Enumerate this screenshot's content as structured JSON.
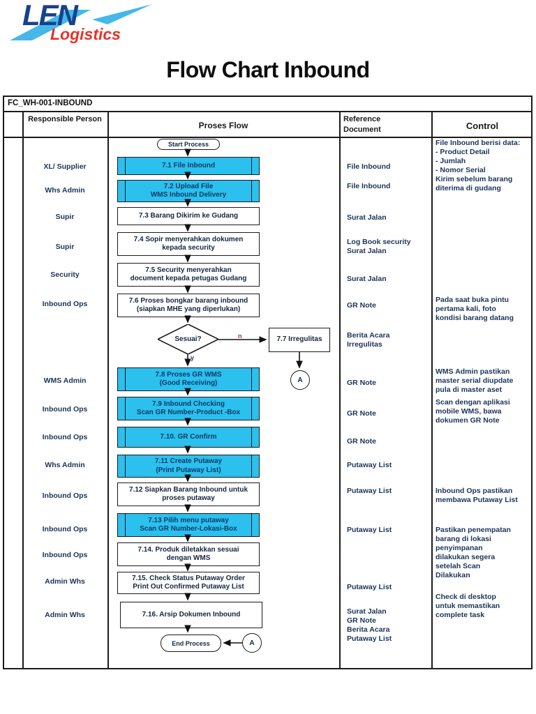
{
  "logo": {
    "main": "LEN",
    "sub": "Logistics"
  },
  "title": "Flow Chart Inbound",
  "doc_code": "FC_WH-001-INBOUND",
  "headers": {
    "col_responsible": "Responsible Person",
    "col_flow": "Proses Flow",
    "col_reference": "Reference Document",
    "col_control": "Control"
  },
  "persons": [
    "XL/ Supplier",
    "Whs Admin",
    "Supir",
    "Supir",
    "Security",
    "Inbound Ops",
    "WMS Admin",
    "Inbound Ops",
    "Inbound Ops",
    "Whs Admin",
    "Inbound Ops",
    "Inbound Ops",
    "Inbound Ops",
    "Admin Whs",
    "Admin Whs"
  ],
  "flow": {
    "start": "Start Process",
    "end": "End Process",
    "connector_label": "A",
    "decision": {
      "label": "Sesuai?",
      "yes": "y",
      "no": "n"
    },
    "steps": [
      {
        "label": "7.1 File Inbound",
        "type": "subprocess"
      },
      {
        "label": "7.2 Upload File\nWMS Inbound Delivery",
        "type": "subprocess"
      },
      {
        "label": "7.3 Barang Dikirim ke Gudang",
        "type": "process"
      },
      {
        "label": "7.4 Sopir menyerahkan dokumen\nkepada security",
        "type": "process"
      },
      {
        "label": "7.5 Security menyerahkan\ndocument kepada petugas Gudang",
        "type": "process"
      },
      {
        "label": "7.6 Proses bongkar barang inbound\n(siapkan MHE yang diperlukan)",
        "type": "process"
      },
      {
        "label": "7.7 Irregulitas",
        "type": "process"
      },
      {
        "label": "7.8 Proses GR WMS\n(Good Receiving)",
        "type": "subprocess"
      },
      {
        "label": "7.9 Inbound Checking\nScan GR Number-Product -Box",
        "type": "subprocess"
      },
      {
        "label": "7.10. GR Confirm",
        "type": "subprocess"
      },
      {
        "label": "7.11 Create Putaway\n(Print Putaway List)",
        "type": "subprocess"
      },
      {
        "label": "7.12 Siapkan Barang Inbound untuk\nproses putaway",
        "type": "process"
      },
      {
        "label": "7.13 Pilih menu putaway\nScan GR Number-Lokasi-Box",
        "type": "subprocess"
      },
      {
        "label": "7.14. Produk diletakkan sesuai\ndengan WMS",
        "type": "process"
      },
      {
        "label": "7.15. Check Status Putaway Order\nPrint Out Confirmed Putaway List",
        "type": "process"
      },
      {
        "label": "7.16. Arsip Dokumen Inbound",
        "type": "process"
      }
    ]
  },
  "reference_documents": [
    "File Inbound",
    "File Inbound",
    "Surat Jalan",
    "Log Book security\nSurat Jalan",
    "Surat Jalan",
    "GR Note",
    "Berita Acara\nIrregulitas",
    "GR Note",
    "GR Note",
    "GR Note",
    "Putaway List",
    "Putaway List",
    "Putaway List",
    "Putaway List",
    "Surat Jalan\nGR Note\nBerita Acara\nPutaway List"
  ],
  "controls": [
    "File Inbound berisi data:\n- Product Detail\n- Jumlah\n- Nomor Serial\nKirim sebelum barang\nditerima di gudang",
    "Pada saat buka pintu\npertama kali, foto\nkondisi barang datang",
    "WMS Admin pastikan\nmaster serial diupdate\npula di master aset",
    "Scan dengan aplikasi\nmobile WMS, bawa\ndokumen GR Note",
    "Inbound Ops pastikan\nmembawa Putaway List",
    "Pastikan penempatan\nbarang di lokasi\npenyimpanan\ndilakukan segera\nsetelah Scan\nDilakukan",
    "Check di desktop\nuntuk memastikan\ncomplete task"
  ],
  "colors": {
    "accent_cyan": "#2bc0ee",
    "logo_navy": "#17418e",
    "logo_cyan": "#45b8e9",
    "logo_red": "#e5332a"
  }
}
